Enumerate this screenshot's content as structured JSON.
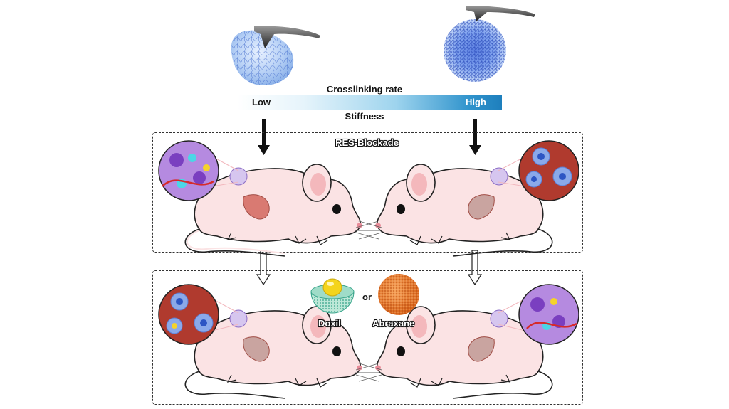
{
  "scale": {
    "title": "Crosslinking rate",
    "low_label": "Low",
    "high_label": "High",
    "subtitle": "Stiffness",
    "gradient_colors": [
      "#ffffff",
      "#9ed4ee",
      "#1e7fbd"
    ]
  },
  "top_panel": {
    "title": "RES-Blockade"
  },
  "bottom_panel": {
    "option_a": "Doxil",
    "connector": "or",
    "option_b": "Abraxane"
  },
  "colors": {
    "mouse_body": "#fbe3e4",
    "mouse_outline": "#222222",
    "liver": "#d97a72",
    "tumor_inset_bg": "#b03a2e",
    "cell_purple": "#b58ae0",
    "cell_blue": "#8aa9ea",
    "hydrogel_blue": "#8fb7ee",
    "abraxane_orange": "#e8812c",
    "doxil_yellow": "#f4d41c"
  }
}
